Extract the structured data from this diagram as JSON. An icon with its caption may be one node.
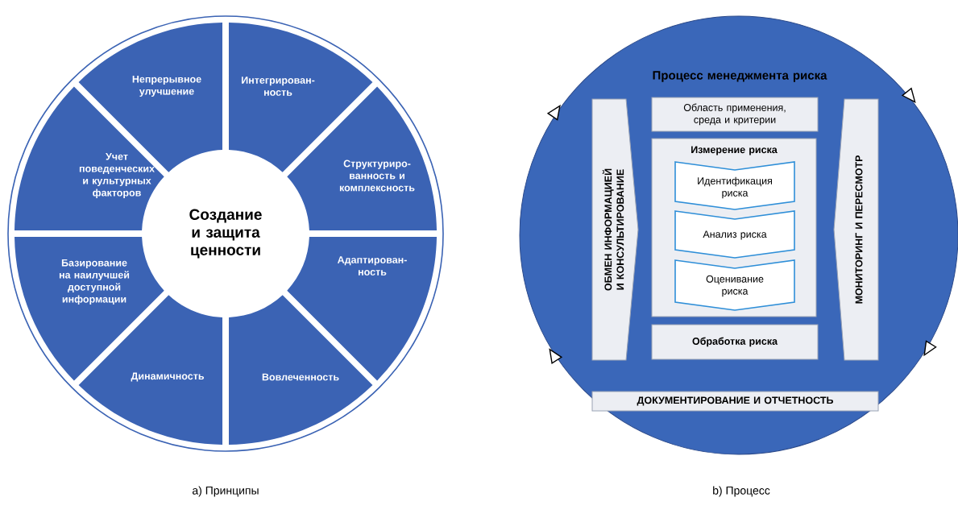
{
  "diagram": {
    "nodes": [
      {
        "text": [
          "Создание и защита ценности"
        ]
      },
      {
        "text": [
          "Интегрирован- ность"
        ]
      },
      {
        "text": [
          "Структуриро- ванность и комплексность"
        ]
      },
      {
        "text": [
          "Адаптирован- ность"
        ]
      },
      {
        "text": [
          "Вовлеченность"
        ]
      },
      {
        "text": [
          "Динамичность"
        ]
      },
      {
        "text": [
          "Базирование на наилучшей доступной информации"
        ]
      },
      {
        "text": [
          "Учет поведенческих и культурных факторов"
        ]
      },
      {
        "text": [
          "Непрерывное улучшение"
        ]
      },
      {
        "text": [
          "Процесс менеджмента риска"
        ]
      },
      {
        "text": [
          "ОБМЕН ИНФОРМАЦИЕЙ И КОНСУЛЬТИРОВАНИЕ"
        ],
        "in": 9
      },
      {
        "text": [
          "Область применения, среда и критерии"
        ],
        "in": 9
      },
      {
        "text": [
          "Измерение риска"
        ],
        "in": 9
      },
      {
        "text": [
          "Идентификация риска"
        ],
        "in": 12
      },
      {
        "text": [
          "Анализ риска"
        ],
        "in": 12
      },
      {
        "text": [
          "Оценивание риска"
        ],
        "in": 12
      },
      {
        "text": [
          "Обработка риска"
        ],
        "in": 9
      },
      {
        "text": [
          "МОНИТОРИНГ И ПЕРЕСМОТР"
        ],
        "in": 9
      },
      {
        "text": [
          "ДОКУМЕНТИРОВАНИЕ И ОТЧЕТНОСТЬ"
        ],
        "in": 9
      }
    ],
    "edges": [],
    "labels": [
      "a) Принципы",
      "b) Процесс"
    ]
  }
}
